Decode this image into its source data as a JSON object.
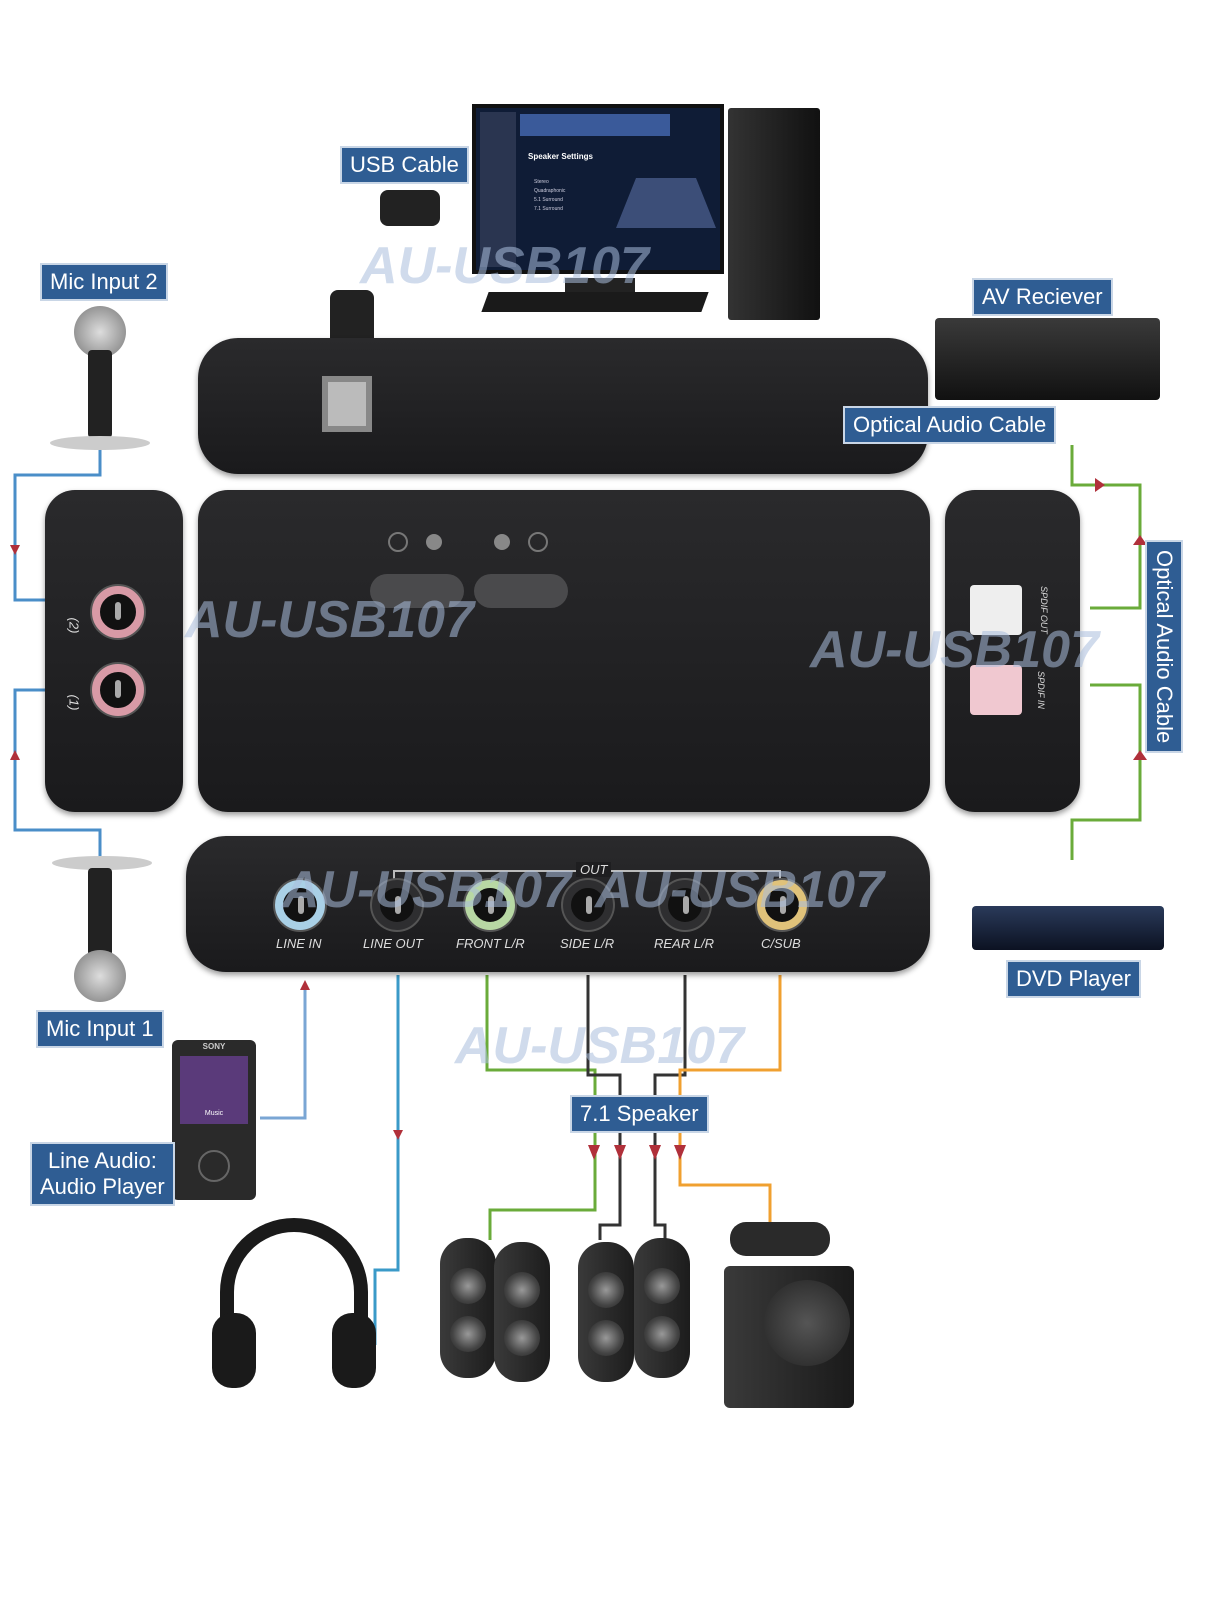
{
  "watermark": "AU-USB107",
  "labels": {
    "usb_cable": "USB Cable",
    "mic2": "Mic Input 2",
    "av_receiver": "AV Reciever",
    "optical_cable": "Optical Audio Cable",
    "optical_cable_vertical": "Optical Audio Cable",
    "dvd": "DVD Player",
    "mic1": "Mic Input 1",
    "line_audio_1": "Line Audio:",
    "line_audio_2": "Audio Player",
    "speaker": "7.1 Speaker"
  },
  "ports": {
    "out": "OUT",
    "line_in": "LINE IN",
    "line_out": "LINE OUT",
    "front": "FRONT L/R",
    "side": "SIDE L/R",
    "rear": "REAR L/R",
    "csub": "C/SUB"
  },
  "side_ports": {
    "spdif_out": "SPDIF OUT",
    "spdif_in": "SPDIF IN",
    "mic2": "(2)",
    "mic1": "(1)"
  },
  "screen": {
    "title": "Speaker Settings",
    "options": [
      "Stereo",
      "Quadraphonic",
      "5.1 Surround",
      "7.1 Surround"
    ]
  },
  "player": {
    "brand": "SONY",
    "screen": "Music"
  },
  "colors": {
    "label_bg": "#2f5d93",
    "green": "#6aab3a",
    "orange": "#f0a030",
    "blue": "#4a8ec8",
    "red_arrow": "#b0303a"
  }
}
